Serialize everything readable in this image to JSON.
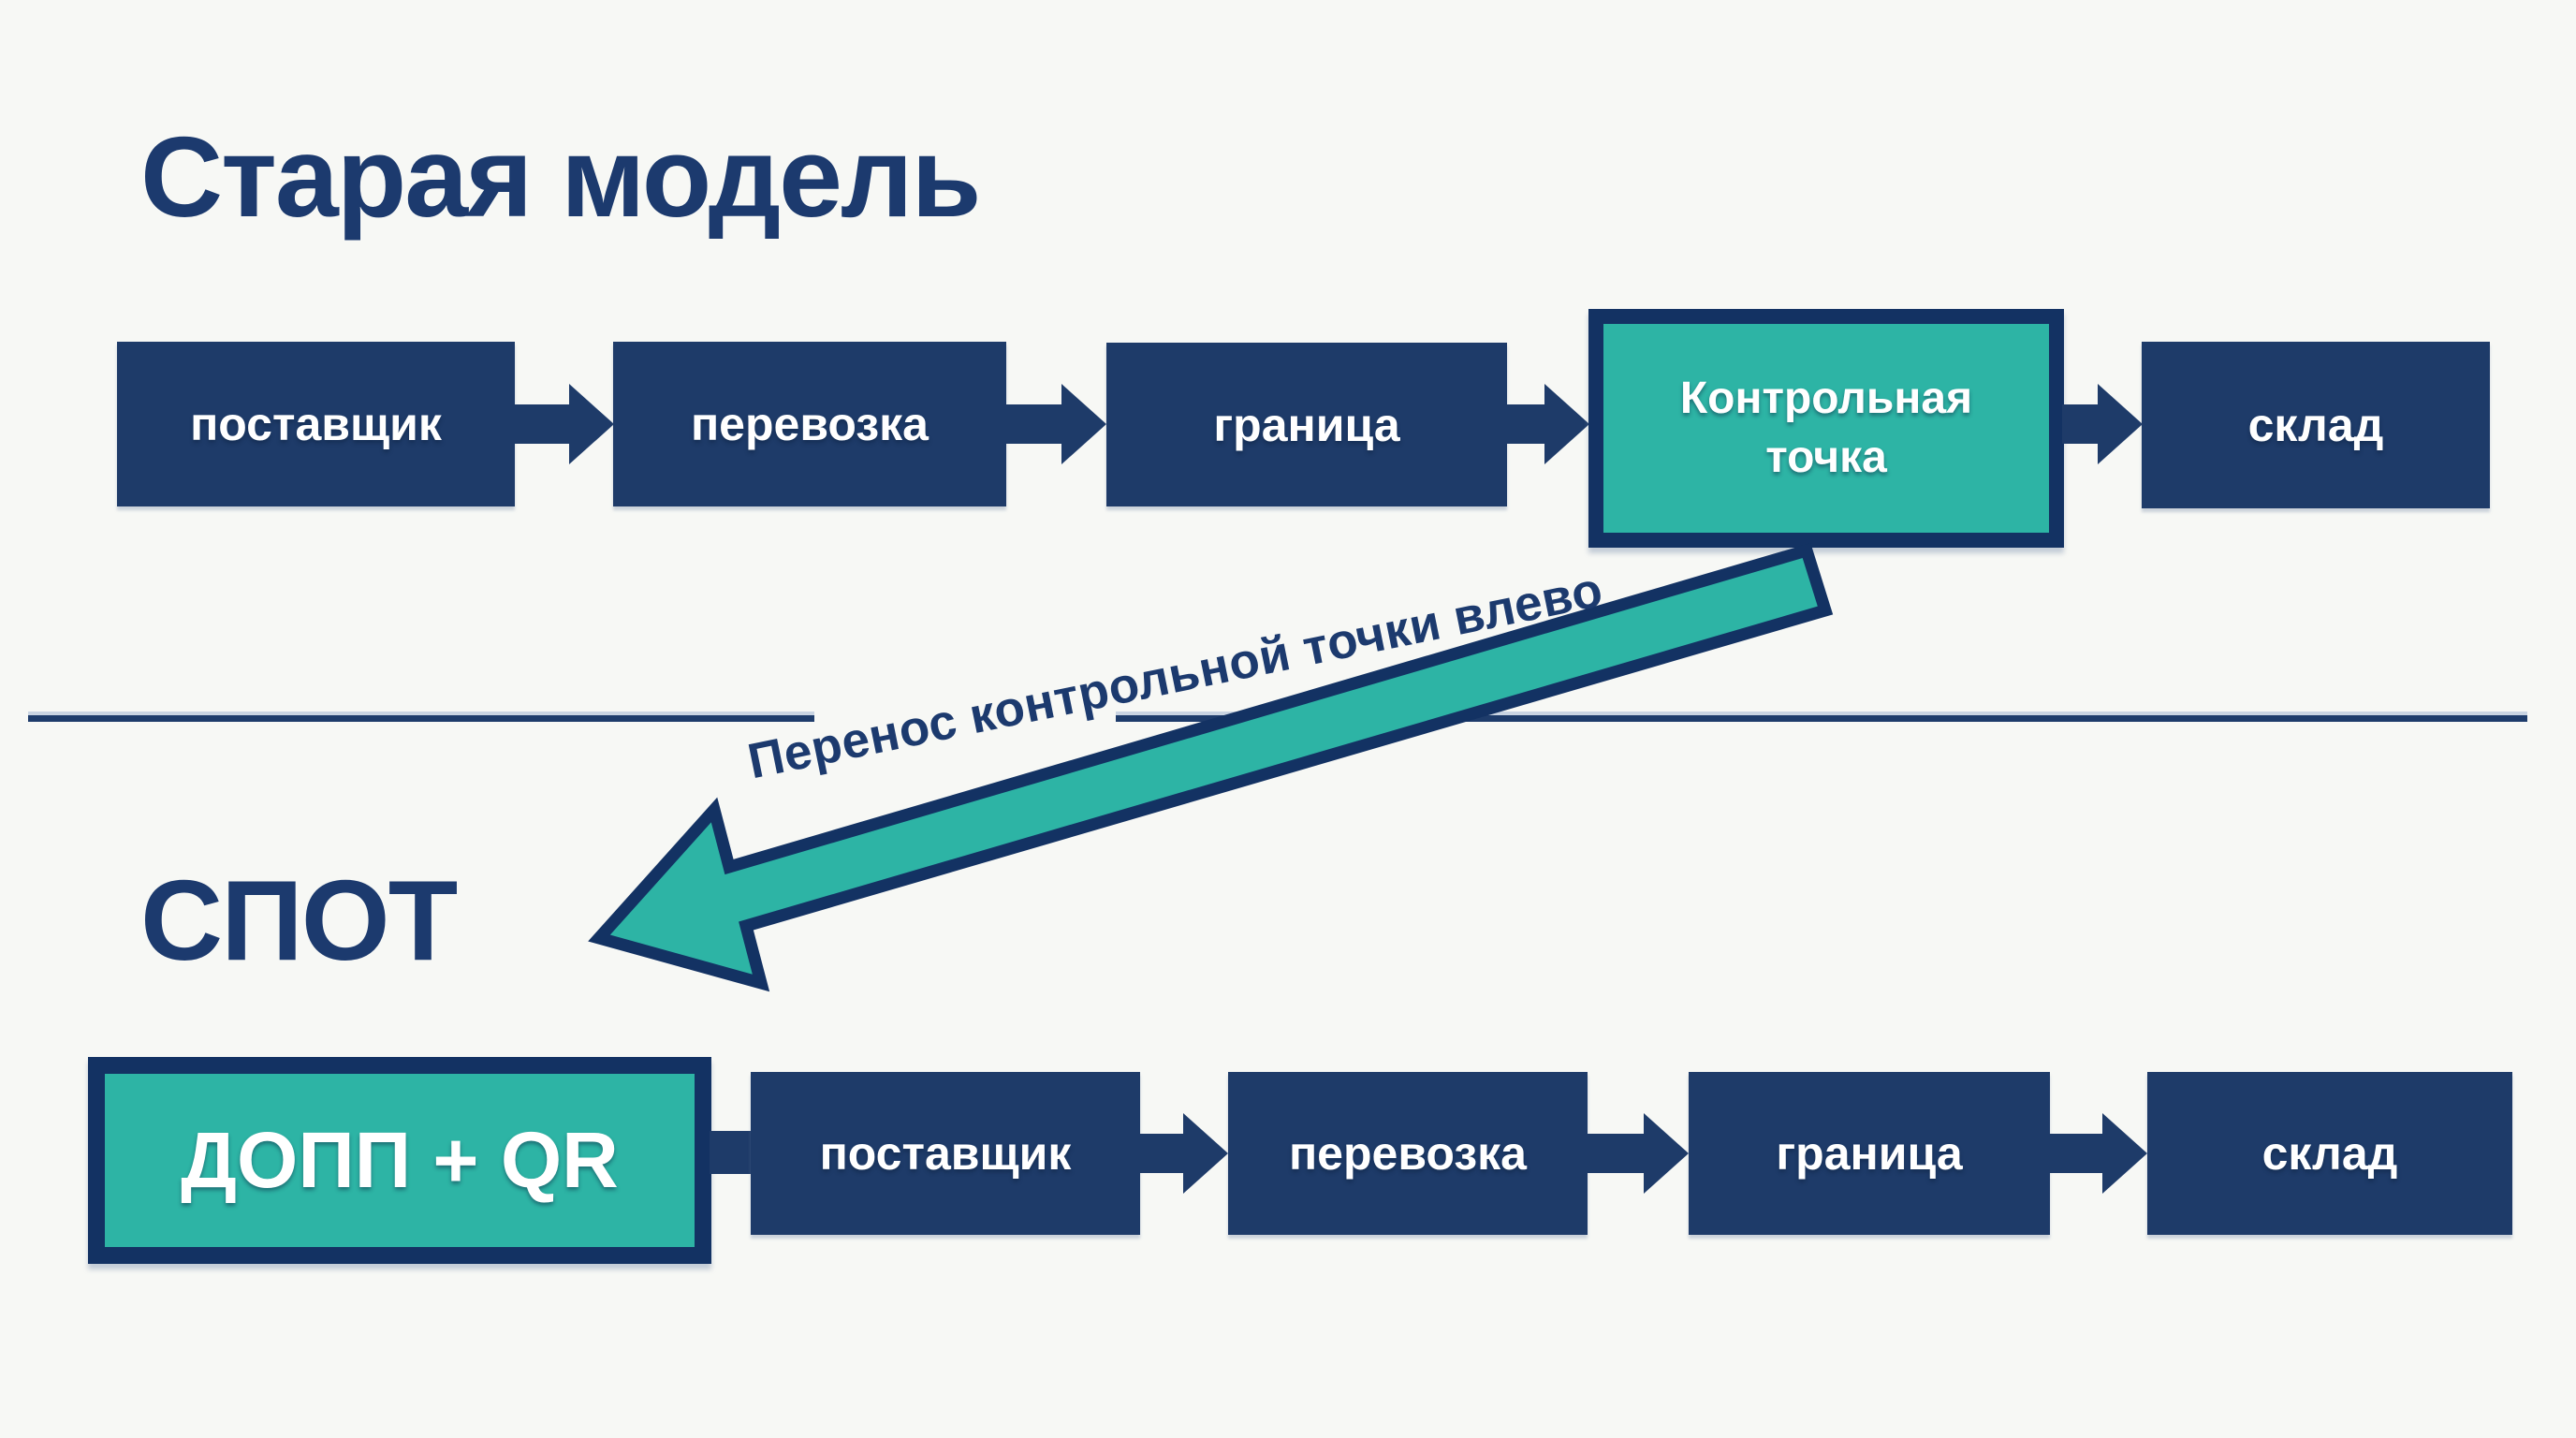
{
  "colors": {
    "navy": "#1e3b69",
    "navy_dark": "#133263",
    "teal": "#2db4a5",
    "background": "#f7f8f5",
    "text_on_navy": "#ffffff",
    "title_navy": "#1c3a6e"
  },
  "old_model": {
    "title": "Старая модель",
    "steps": [
      "поставщик",
      "перевозка",
      "граница",
      "Контрольная точка",
      "склад"
    ],
    "highlighted_step": "Контрольная точка"
  },
  "transfer_label": "Перенос контрольной точки влево",
  "new_model": {
    "title": "СПОТ",
    "steps": [
      "ДОПП + QR",
      "поставщик",
      "перевозка",
      "граница",
      "склад"
    ],
    "highlighted_step": "ДОПП + QR"
  }
}
